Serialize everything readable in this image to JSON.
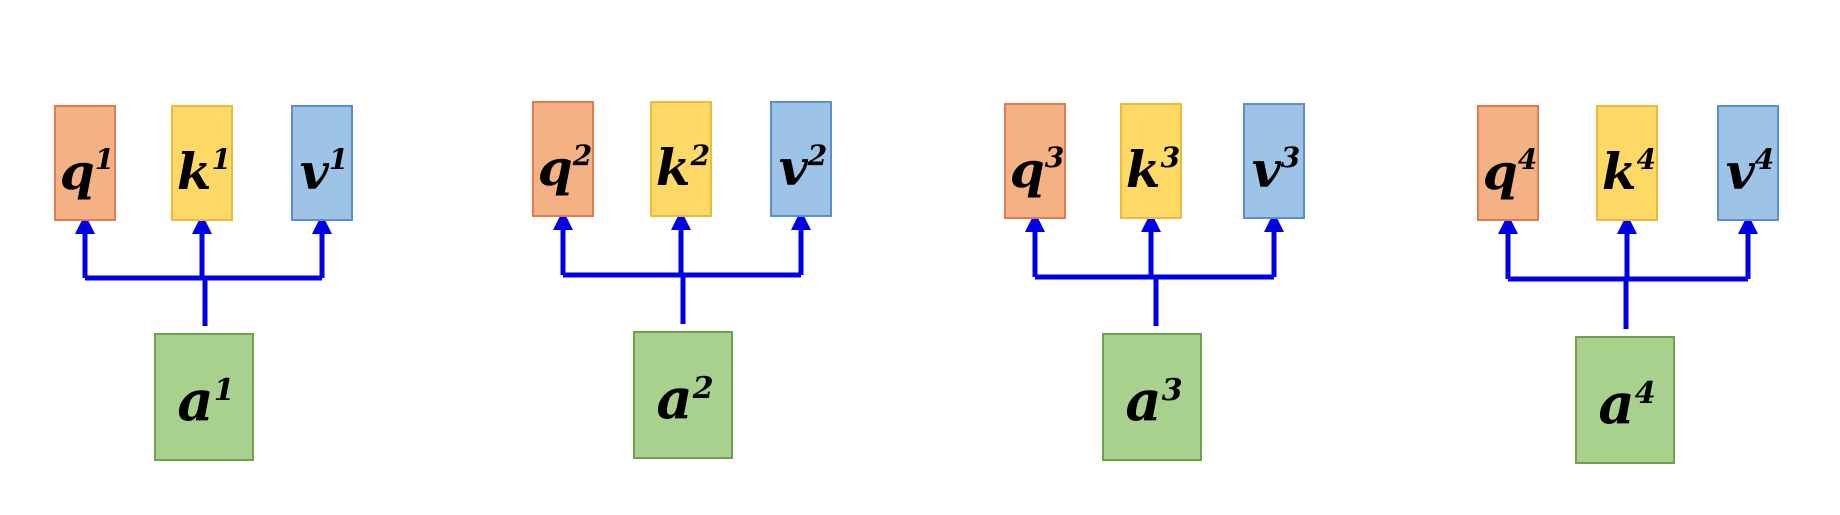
{
  "colors": {
    "query_fill": "#F4B183",
    "query_stroke": "#E07A4F",
    "key_fill": "#FFD966",
    "key_stroke": "#F0B83A",
    "value_fill": "#9DC3E6",
    "value_stroke": "#5B8FC9",
    "input_fill": "#A9D18E",
    "input_stroke": "#6FA04C",
    "arrow": "#0000E6"
  },
  "groups": [
    {
      "input": {
        "base": "a",
        "sup": "1"
      },
      "query": {
        "base": "q",
        "sup": "1"
      },
      "key": {
        "base": "k",
        "sup": "1"
      },
      "value": {
        "base": "v",
        "sup": "1"
      }
    },
    {
      "input": {
        "base": "a",
        "sup": "2"
      },
      "query": {
        "base": "q",
        "sup": "2"
      },
      "key": {
        "base": "k",
        "sup": "2"
      },
      "value": {
        "base": "v",
        "sup": "2"
      }
    },
    {
      "input": {
        "base": "a",
        "sup": "3"
      },
      "query": {
        "base": "q",
        "sup": "3"
      },
      "key": {
        "base": "k",
        "sup": "3"
      },
      "value": {
        "base": "v",
        "sup": "3"
      }
    },
    {
      "input": {
        "base": "a",
        "sup": "4"
      },
      "query": {
        "base": "q",
        "sup": "4"
      },
      "key": {
        "base": "k",
        "sup": "4"
      },
      "value": {
        "base": "v",
        "sup": "4"
      }
    }
  ]
}
